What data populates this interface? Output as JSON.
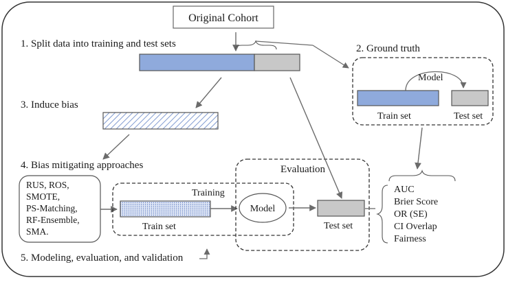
{
  "title": "Original Cohort",
  "steps": {
    "split": "1. Split data into training and test sets",
    "ground_truth": "2. Ground truth",
    "induce_bias": "3. Induce bias",
    "mitigating": "4. Bias mitigating approaches",
    "modeling": "5. Modeling, evaluation, and validation"
  },
  "ground_truth_panel": {
    "model": "Model",
    "train_set": "Train set",
    "test_set": "Test set"
  },
  "methods": [
    "RUS, ROS,",
    "SMOTE,",
    "PS-Matching,",
    "RF-Ensemble,",
    "SMA."
  ],
  "training_label": "Training",
  "evaluation_label": "Evaluation",
  "model_label": "Model",
  "train_set_label": "Train set",
  "test_set_label": "Test set",
  "metrics": [
    "AUC",
    "Brier Score",
    "OR (SE)",
    "CI Overlap",
    "Fairness"
  ],
  "colors": {
    "train_blue": "#8faadc",
    "test_gray": "#c8c8c8",
    "stroke": "#555555",
    "hatch": "#7f9ad0"
  }
}
